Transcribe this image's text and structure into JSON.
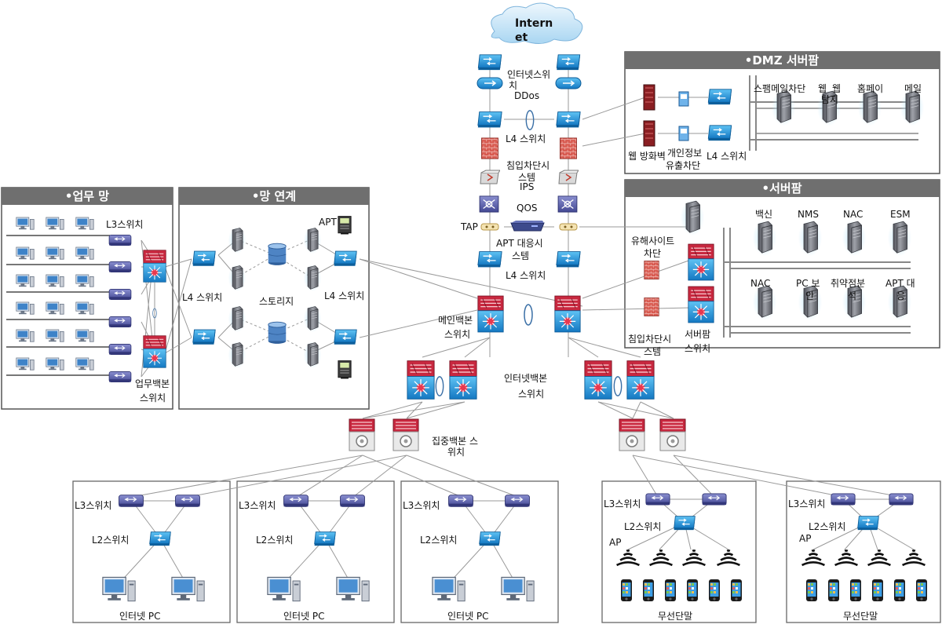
{
  "zones": {
    "dmz": "•DMZ 서버팜",
    "server": "•서버팜",
    "work": "•업무 망",
    "link": "•망 연계"
  },
  "core": {
    "internet_1": "Intern",
    "internet_2": "et",
    "inet_switch_1": "인터넷스위",
    "inet_switch_2": "치",
    "ddos": "DDos",
    "l4_top": "L4 스위치",
    "ips_1": "침입차단시",
    "ips_2": "스템",
    "ips_3": "IPS",
    "qos": "QOS",
    "tap": "TAP",
    "apt_1": "APT 대응시",
    "apt_2": "스템",
    "l4_mid": "L4 스위치",
    "main_backbone_1": "메인백본",
    "main_backbone_2": "스위치",
    "inet_backbone_1": "인터넷백본",
    "inet_backbone_2": "스위치",
    "dist_backbone_1": "집중백본 스",
    "dist_backbone_2": "위치"
  },
  "dmz": {
    "web_fw": "웹 방화벽",
    "pii_1": "개인정보",
    "pii_2": "유출차단",
    "l4": "L4 스위치",
    "servers": [
      {
        "line1": "스팸메일차단",
        "line2": ""
      },
      {
        "line1": "웹",
        "line2": "탐지"
      },
      {
        "line1": "홈페이",
        "line2": ""
      },
      {
        "line1": "메일",
        "line2": ""
      }
    ],
    "server_extra": "웹"
  },
  "server_farm": {
    "harmful_1": "유해사이트",
    "harmful_2": "차단",
    "ips_1": "침입차단시",
    "ips_2": "스템",
    "sw_1": "서버팜",
    "sw_2": "스위치",
    "row1": [
      "백신",
      "NMS",
      "NAC",
      "ESM"
    ],
    "row2": [
      {
        "line1": "NAC",
        "line2": ""
      },
      {
        "line1": "PC 보",
        "line2": "안"
      },
      {
        "line1": "취약점분",
        "line2": "석"
      },
      {
        "line1": "APT 대",
        "line2": "응"
      }
    ]
  },
  "work_net": {
    "l3": "L3스위치",
    "backbone_1": "업무백본",
    "backbone_2": "스위치"
  },
  "link_net": {
    "l4_left": "L4 스위치",
    "storage": "스토리지",
    "l4_right": "L4 스위치",
    "apt": "APT"
  },
  "sub_nets": [
    {
      "l3": "L3스위치",
      "l2": "L2스위치",
      "pc": "인터넷 PC"
    },
    {
      "l3": "L3스위치",
      "l2": "L2스위치",
      "pc": "인터넷 PC"
    },
    {
      "l3": "L3스위치",
      "l2": "L2스위치",
      "pc": "인터넷 PC"
    }
  ],
  "wireless_nets": [
    {
      "l3": "L3스위치",
      "l2": "L2스위치",
      "ap": "AP",
      "device": "무선단말"
    },
    {
      "l3": "L3스위치",
      "l2": "L2스위치",
      "ap": "AP",
      "device": "무선단말"
    }
  ],
  "colors": {
    "zone_header": "#6f6f6f",
    "switch_blue": "#1e8fd6",
    "router_purple": "#5a5fa8",
    "core_red": "#b32038",
    "firewall_red": "#c0392b",
    "server_gray": "#6e7077",
    "glow": "#9fd9f5"
  }
}
